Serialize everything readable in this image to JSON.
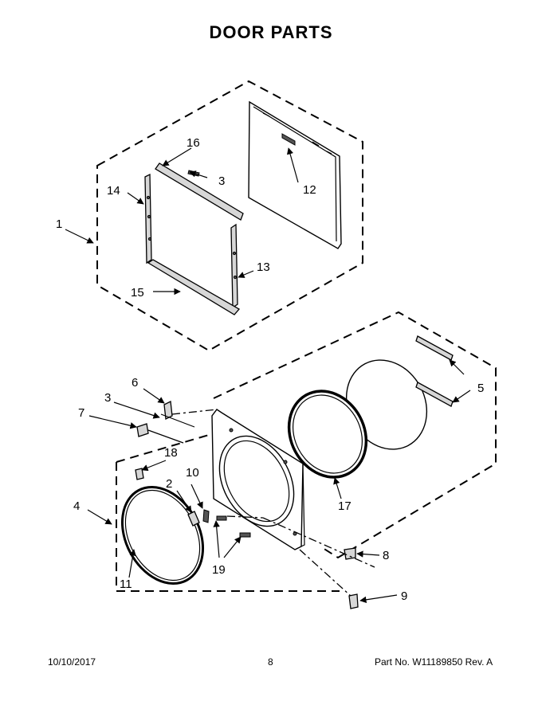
{
  "title": "DOOR PARTS",
  "callouts": {
    "c1": "1",
    "c2": "2",
    "c3a": "3",
    "c3b": "3",
    "c4": "4",
    "c5": "5",
    "c6": "6",
    "c7": "7",
    "c8": "8",
    "c9": "9",
    "c10": "10",
    "c11": "11",
    "c12": "12",
    "c13": "13",
    "c14": "14",
    "c15": "15",
    "c16": "16",
    "c17": "17",
    "c18": "18",
    "c19": "19"
  },
  "footer": {
    "date": "10/10/2017",
    "page": "8",
    "part_no": "Part No.  W11189850  Rev.  A"
  }
}
